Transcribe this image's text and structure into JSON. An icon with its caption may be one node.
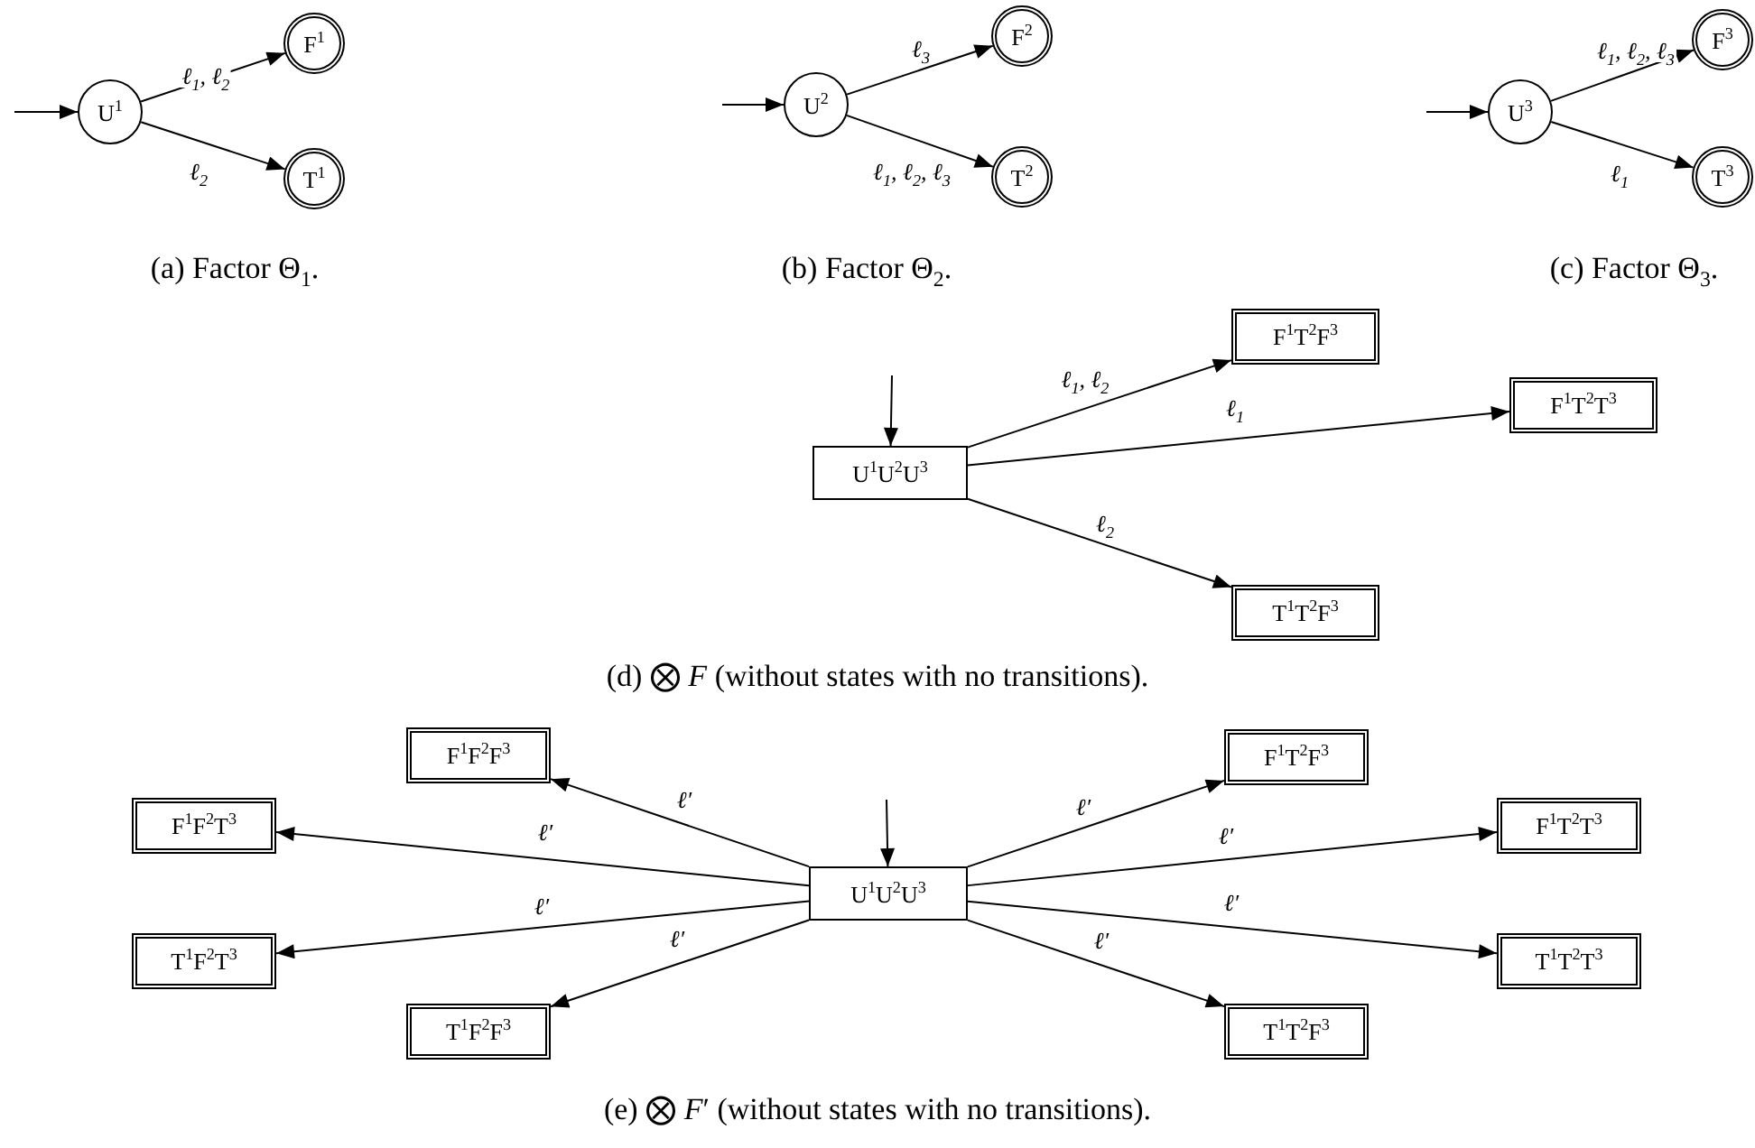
{
  "diagram": {
    "nodes": [
      {
        "text": [
          "U$^{1}$"
        ]
      },
      {
        "text": [
          "F$^{1}$"
        ]
      },
      {
        "text": [
          "T$^{1}$"
        ]
      },
      {
        "text": [
          "U$^{2}$"
        ]
      },
      {
        "text": [
          "F$^{2}$"
        ]
      },
      {
        "text": [
          "T$^{2}$"
        ]
      },
      {
        "text": [
          "U$^{3}$"
        ]
      },
      {
        "text": [
          "F$^{3}$"
        ]
      },
      {
        "text": [
          "T$^{3}$"
        ]
      },
      {
        "text": [
          "U$^{1}$U$^{2}$U$^{3}$"
        ]
      },
      {
        "text": [
          "F$^{1}$T$^{2}$F$^{3}$"
        ]
      },
      {
        "text": [
          "F$^{1}$T$^{2}$T$^{3}$"
        ]
      },
      {
        "text": [
          "T$^{1}$T$^{2}$F$^{3}$"
        ]
      },
      {
        "text": [
          "F$^{1}$F$^{2}$F$^{3}$"
        ]
      },
      {
        "text": [
          "F$^{1}$T$^{2}$F$^{3}$"
        ]
      },
      {
        "text": [
          "F$^{1}$F$^{2}$T$^{3}$"
        ]
      },
      {
        "text": [
          "F$^{1}$T$^{2}$T$^{3}$"
        ]
      },
      {
        "text": [
          "U$^{1}$U$^{2}$U$^{3}$"
        ]
      },
      {
        "text": [
          "T$^{1}$F$^{2}$T$^{3}$"
        ]
      },
      {
        "text": [
          "T$^{1}$T$^{2}$T$^{3}$"
        ]
      },
      {
        "text": [
          "T$^{1}$F$^{2}$F$^{3}$"
        ]
      },
      {
        "text": [
          "T$^{1}$T$^{2}$F$^{3}$"
        ]
      }
    ],
    "edges": [
      {
        "from": null,
        "to": 0,
        "arrow": "to"
      },
      {
        "from": 0,
        "to": 1,
        "arrow": "to",
        "label": "ℓ$_{1}$, ℓ$_{2}$"
      },
      {
        "from": 0,
        "to": 2,
        "arrow": "to",
        "label": "ℓ$_{2}$"
      },
      {
        "from": null,
        "to": 3,
        "arrow": "to"
      },
      {
        "from": 3,
        "to": 4,
        "arrow": "to",
        "label": "ℓ$_{3}$"
      },
      {
        "from": 3,
        "to": 5,
        "arrow": "to",
        "label": "ℓ$_{1}$, ℓ$_{2}$, ℓ$_{3}$"
      },
      {
        "from": null,
        "to": 6,
        "arrow": "to"
      },
      {
        "from": 6,
        "to": 7,
        "arrow": "to",
        "label": "ℓ$_{1}$, ℓ$_{2}$, ℓ$_{3}$"
      },
      {
        "from": 6,
        "to": 8,
        "arrow": "to",
        "label": "ℓ$_{1}$"
      },
      {
        "from": null,
        "to": 9,
        "arrow": "to"
      },
      {
        "from": 9,
        "to": 10,
        "arrow": "to",
        "label": "ℓ$_{1}$, ℓ$_{2}$"
      },
      {
        "from": 9,
        "to": 11,
        "arrow": "to",
        "label": "ℓ$_{1}$"
      },
      {
        "from": 9,
        "to": 12,
        "arrow": "to",
        "label": "ℓ$_{2}$"
      },
      {
        "from": null,
        "to": 17,
        "arrow": "to"
      },
      {
        "from": 17,
        "to": 13,
        "arrow": "to",
        "label": "ℓ′"
      },
      {
        "from": 17,
        "to": 14,
        "arrow": "to",
        "label": "ℓ′"
      },
      {
        "from": 17,
        "to": 15,
        "arrow": "to",
        "label": "ℓ′"
      },
      {
        "from": 17,
        "to": 16,
        "arrow": "to",
        "label": "ℓ′"
      },
      {
        "from": 17,
        "to": 18,
        "arrow": "to",
        "label": "ℓ′"
      },
      {
        "from": 17,
        "to": 19,
        "arrow": "to",
        "label": "ℓ′"
      },
      {
        "from": 17,
        "to": 20,
        "arrow": "to",
        "label": "ℓ′"
      },
      {
        "from": 17,
        "to": 21,
        "arrow": "to",
        "label": "ℓ′"
      }
    ],
    "labels": [
      "(a) Factor Θ$_{1}$.",
      "(b) Factor Θ$_{2}$.",
      "(c) Factor Θ$_{3}$.",
      "(d) ⨂ *F* (without states with no transitions).",
      "(e) ⨂ *F*′ (without states with no transitions)."
    ]
  }
}
